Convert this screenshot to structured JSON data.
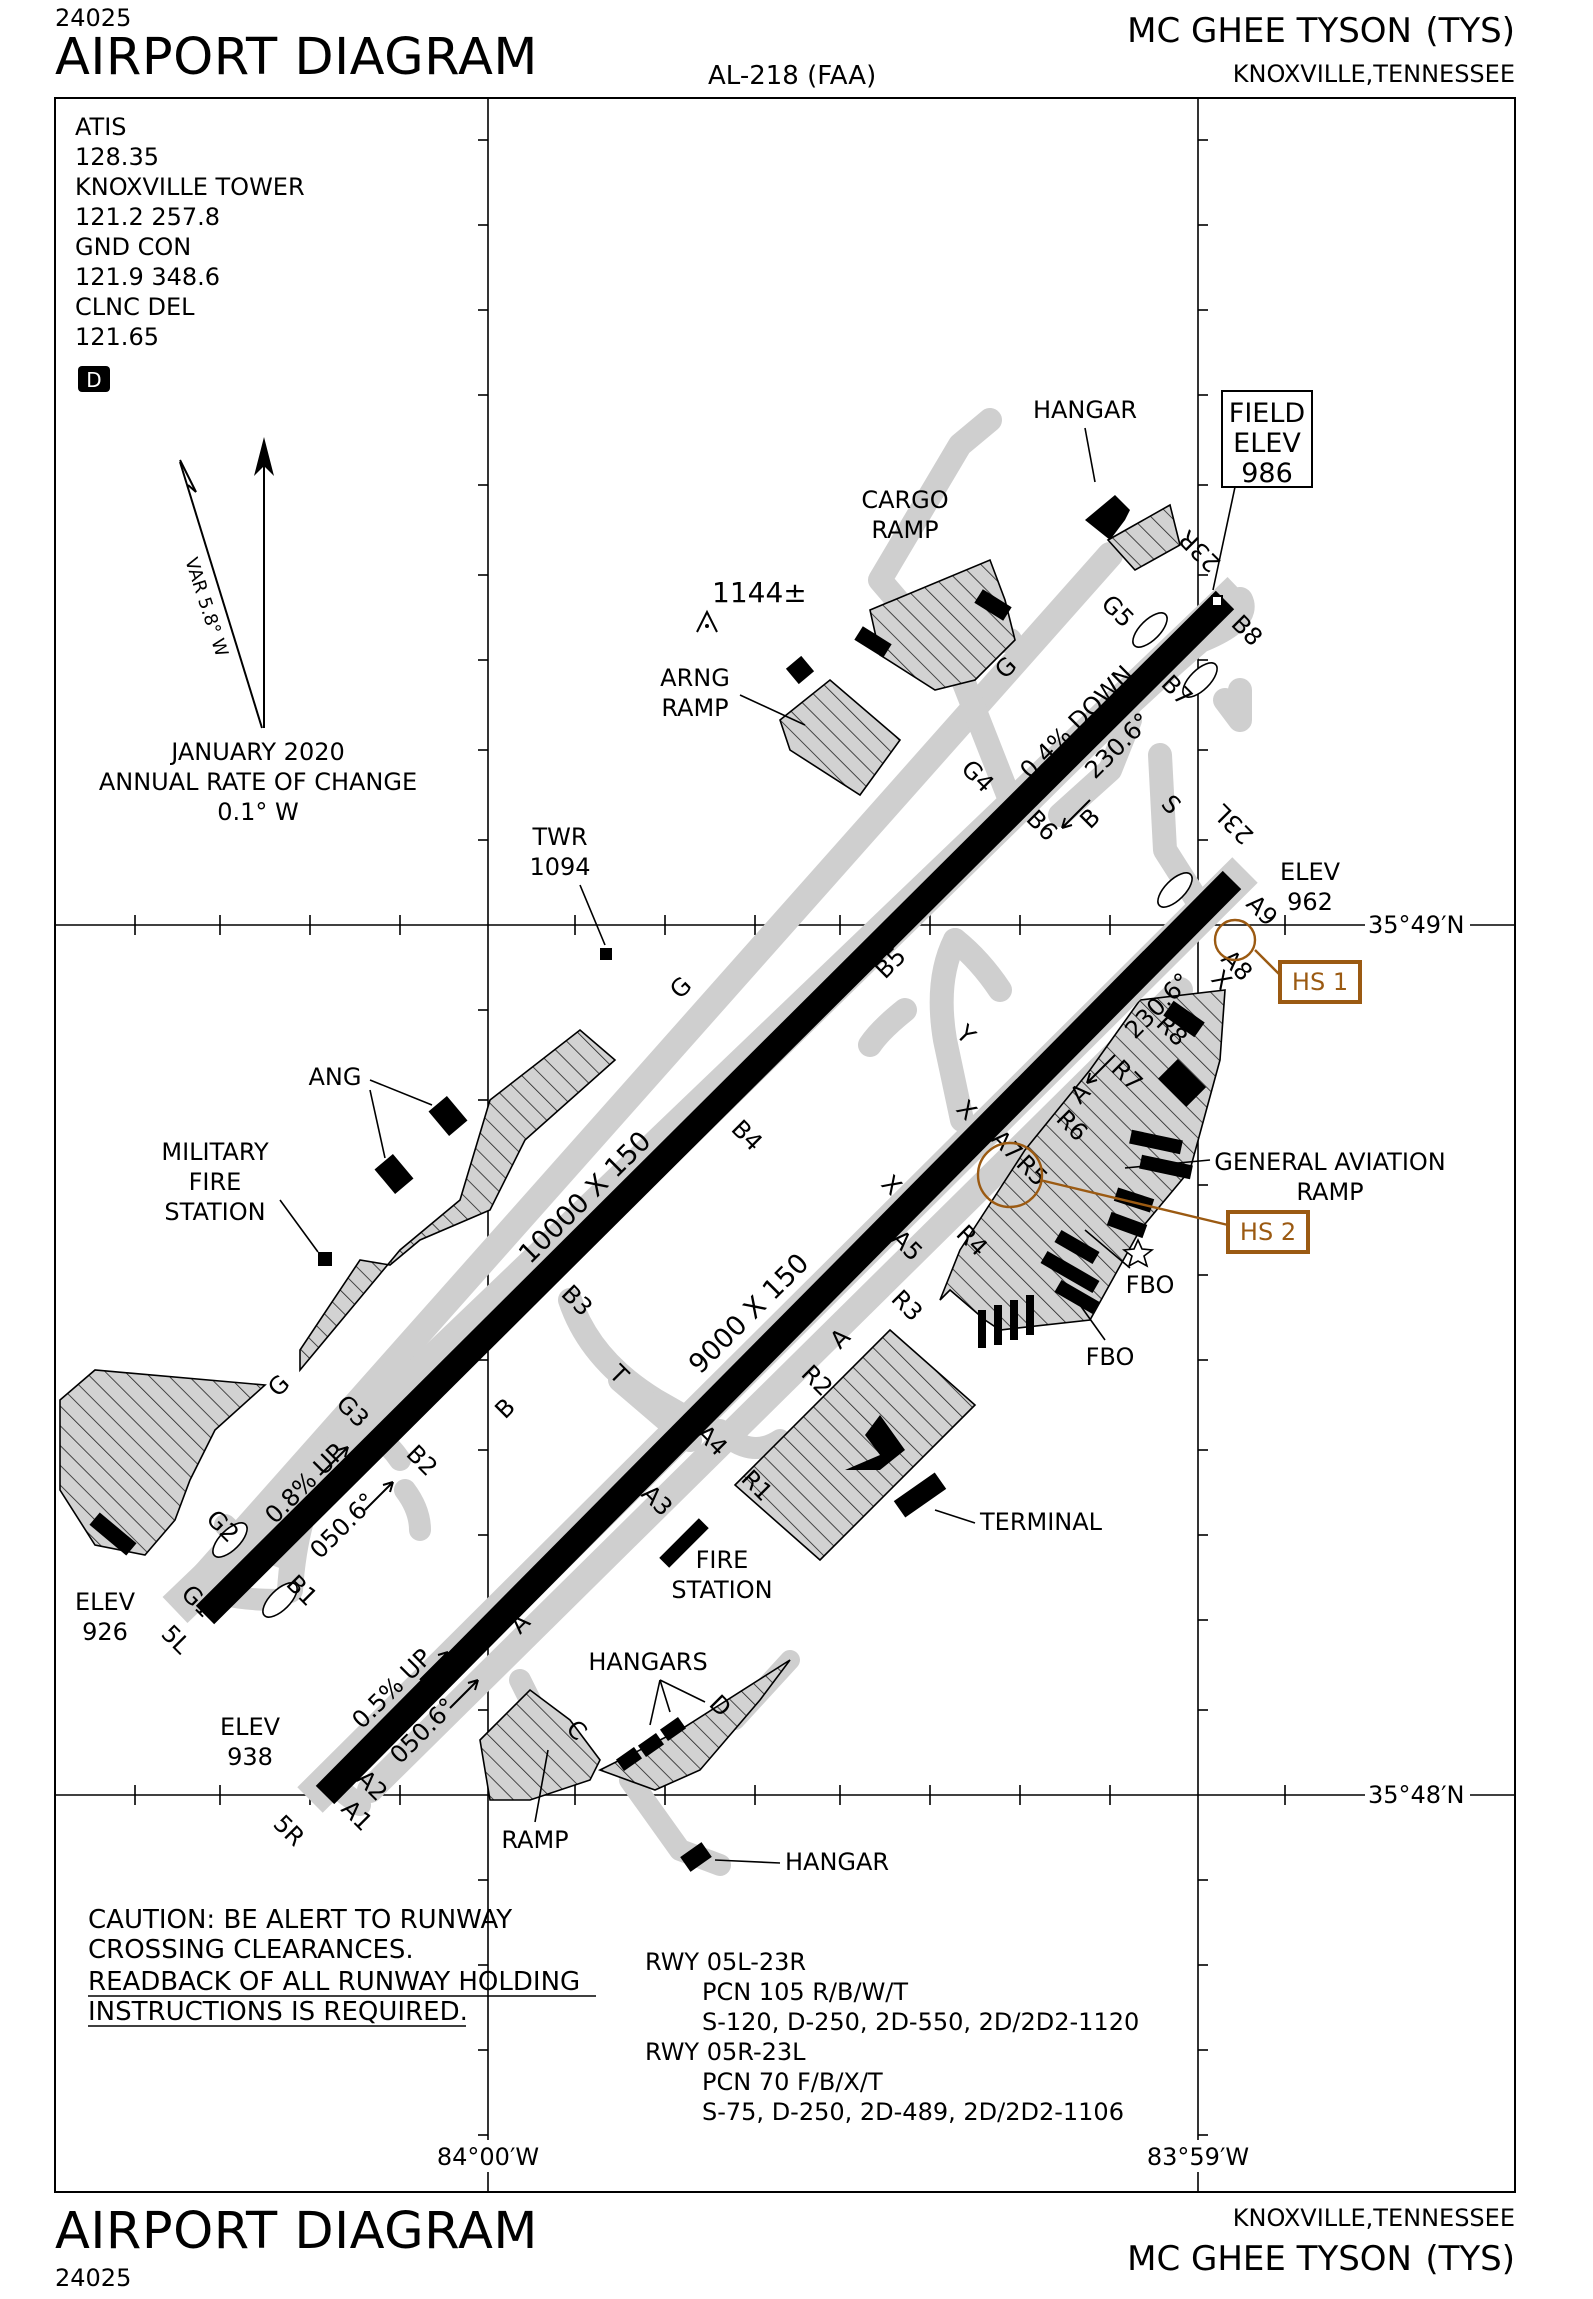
{
  "header": {
    "doc_number": "24025",
    "title": "AIRPORT DIAGRAM",
    "procedure_id": "AL-218 (FAA)",
    "airport_name": "MC GHEE TYSON",
    "airport_code": "(TYS)",
    "city_state": "KNOXVILLE,TENNESSEE"
  },
  "footer": {
    "title": "AIRPORT DIAGRAM",
    "doc_number": "24025",
    "city_state": "KNOXVILLE,TENNESSEE",
    "airport_name": "MC GHEE TYSON",
    "airport_code": "(TYS)"
  },
  "frequencies": [
    "ATIS",
    "128.35",
    "KNOXVILLE TOWER",
    "121.2  257.8",
    "GND CON",
    "121.9  348.6",
    "CLNC DEL",
    "121.65"
  ],
  "datalink_badge": "D",
  "variation": {
    "label": "VAR 5.8° W",
    "date": "JANUARY 2020",
    "rate_title": "ANNUAL RATE OF CHANGE",
    "rate_value": "0.1° W"
  },
  "field_elevation": {
    "line1": "FIELD",
    "line2": "ELEV",
    "value": "986"
  },
  "obstacle": {
    "elevation": "1144±"
  },
  "tower": {
    "label": "TWR",
    "elevation": "1094"
  },
  "coordinates": {
    "lat_north": "35°49′N",
    "lat_south": "35°48′N",
    "lon_west": "84°00′W",
    "lon_east": "83°59′W"
  },
  "runways": {
    "rwy_05L_23R": {
      "dims": "10000 X 150",
      "end_sw": "5L",
      "end_ne": "23R",
      "elev_sw_label": "ELEV",
      "elev_sw": "926",
      "slope_sw": "0.8% UP",
      "slope_ne": "0.4% DOWN",
      "hdg_sw": "050.6°",
      "hdg_ne": "230.6°"
    },
    "rwy_05R_23L": {
      "dims": "9000 X 150",
      "end_sw": "5R",
      "end_ne": "23L",
      "elev_sw_label": "ELEV",
      "elev_sw": "938",
      "elev_ne_label": "ELEV",
      "elev_ne": "962",
      "slope_sw": "0.5% UP",
      "hdg_sw": "050.6°",
      "hdg_ne": "230.6°"
    }
  },
  "taxiways": [
    "G",
    "G1",
    "G2",
    "G3",
    "G4",
    "G5",
    "B",
    "B1",
    "B2",
    "B3",
    "B4",
    "B5",
    "B6",
    "B7",
    "B8",
    "A",
    "A1",
    "A2",
    "A3",
    "A4",
    "A5",
    "A7",
    "A8",
    "A9",
    "R1",
    "R2",
    "R3",
    "R4",
    "R5",
    "R6",
    "R7",
    "R8",
    "S",
    "T",
    "X",
    "Y",
    "C",
    "D"
  ],
  "facilities": {
    "hangar_top": "HANGAR",
    "cargo_ramp": [
      "CARGO",
      "RAMP"
    ],
    "arng_ramp": [
      "ARNG",
      "RAMP"
    ],
    "ang": "ANG",
    "military_fire_station": [
      "MILITARY",
      "FIRE",
      "STATION"
    ],
    "general_aviation_ramp": [
      "GENERAL AVIATION",
      "RAMP"
    ],
    "fbo_1": "FBO",
    "fbo_2": "FBO",
    "terminal": "TERMINAL",
    "fire_station": [
      "FIRE",
      "STATION"
    ],
    "hangars": "HANGARS",
    "ramp": "RAMP",
    "hangar_bottom": "HANGAR"
  },
  "hot_spots": [
    {
      "id": "HS 1"
    },
    {
      "id": "HS 2"
    }
  ],
  "caution": {
    "line1": "CAUTION: BE ALERT TO RUNWAY",
    "line2": "CROSSING CLEARANCES.",
    "line3": "READBACK OF ALL RUNWAY HOLDING",
    "line4": "INSTRUCTIONS IS REQUIRED."
  },
  "pcn_info": [
    "RWY 05L-23R",
    "PCN 105 R/B/W/T",
    "S-120, D-250, 2D-550, 2D/2D2-1120",
    "RWY 05R-23L",
    "PCN 70 F/B/X/T",
    "S-75, D-250, 2D-489, 2D/2D2-1106"
  ],
  "colors": {
    "runway": "#000000",
    "taxiway": "#cfcfcf",
    "ramp_fill": "#d2d2d2",
    "hot_spot": "#9b5a12"
  }
}
